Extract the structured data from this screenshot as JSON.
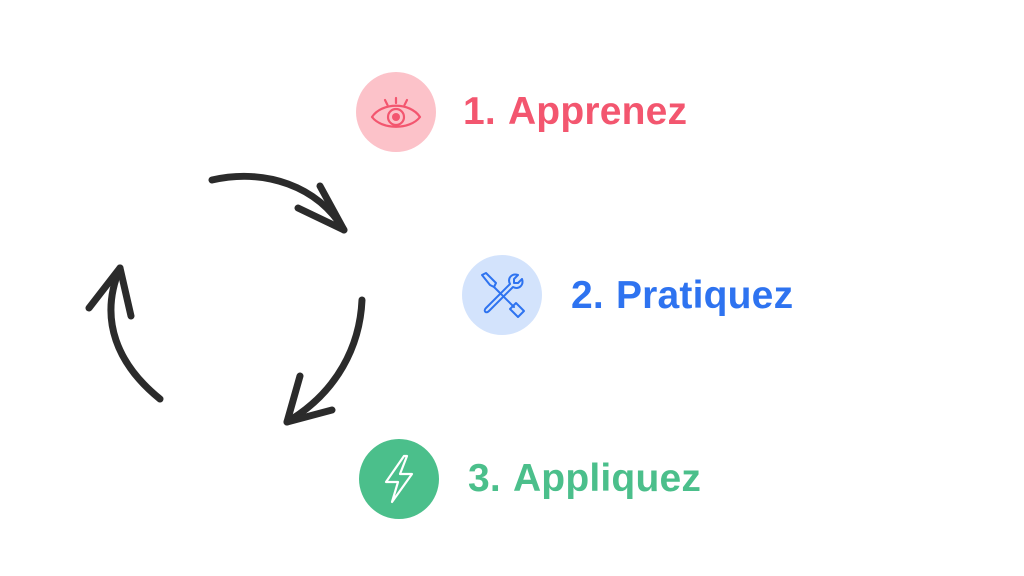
{
  "steps": [
    {
      "number": "1.",
      "label": "Apprenez",
      "icon": "eye-icon",
      "color": "#f3566f",
      "icon_bg": "#fcc2c9"
    },
    {
      "number": "2.",
      "label": "Pratiquez",
      "icon": "tools-icon",
      "color": "#2e73f0",
      "icon_bg": "#d3e3fc"
    },
    {
      "number": "3.",
      "label": "Appliquez",
      "icon": "lightning-icon",
      "color": "#4bbf8b",
      "icon_bg": "#4bbf8b"
    }
  ],
  "cycle": {
    "arrow_color": "#2b2b2b",
    "arrow_count": 3
  }
}
